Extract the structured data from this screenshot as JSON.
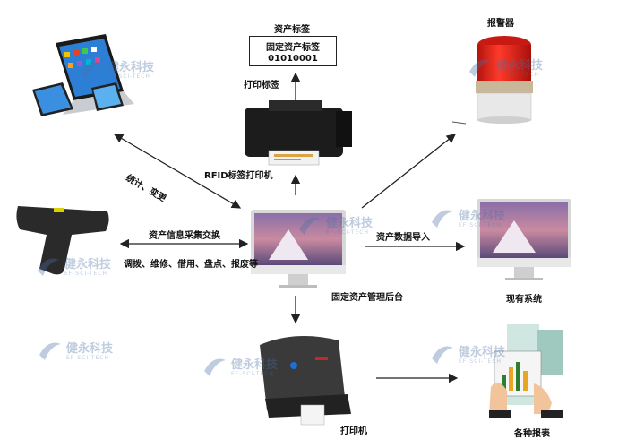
{
  "diagram": {
    "label_card_title": "资产标签",
    "label_card_line1": "固定资产标签",
    "label_card_line2": "01010001",
    "print_label": "打印标签",
    "rfid_printer": "RFID标签打印机",
    "alarm": "报警器",
    "stats_change": "统计、变更",
    "info_exchange": "资产信息采集交换",
    "operations": "调拨、维修、借用、盘点、报废等",
    "backend": "固定资产管理后台",
    "data_import": "资产数据导入",
    "existing_system": "现有系统",
    "printer": "打印机",
    "reports": "各种报表",
    "watermark_cn": "健永科技",
    "watermark_en": "EF-SCI-TECH"
  },
  "colors": {
    "alarm_red": "#e8231a",
    "arrow": "#222222",
    "watermark": "#4a6fa5"
  }
}
